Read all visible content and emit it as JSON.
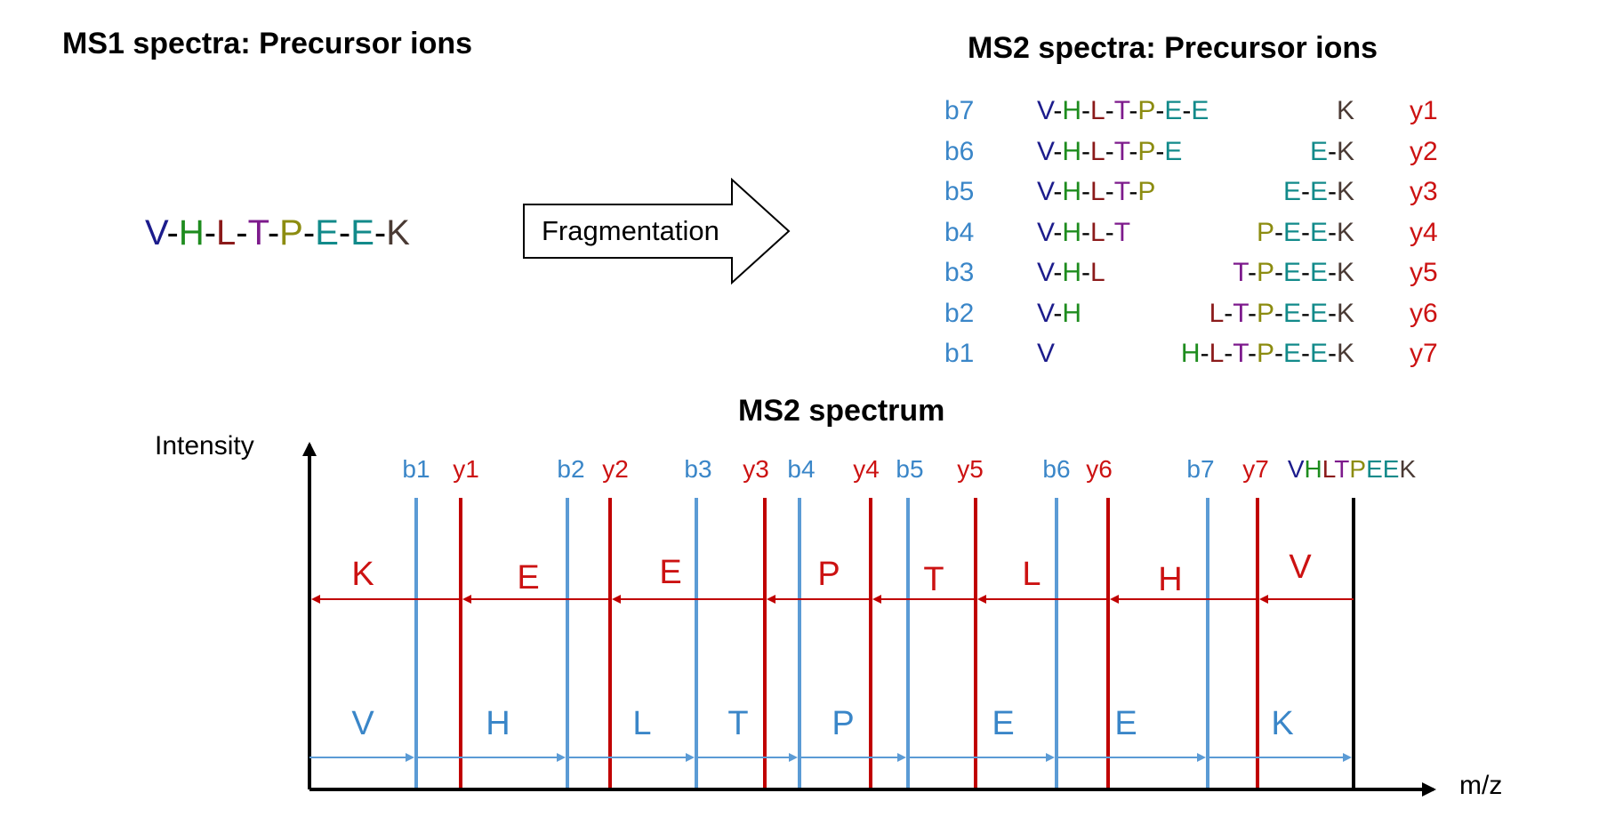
{
  "titles": {
    "ms1": "MS1 spectra: Precursor ions",
    "ms2": "MS2 spectra: Precursor ions",
    "spectrum": "MS2 spectrum"
  },
  "colors": {
    "V": "#1c1c8c",
    "H": "#1e8c1e",
    "L": "#8b1a1a",
    "T": "#7d1a8c",
    "P": "#8c8c10",
    "E": "#128a8a",
    "K": "#4a3a34",
    "b_ion": "#3a86c8",
    "y_ion": "#cc1212",
    "b_line": "#5b9bd5",
    "y_line": "#c00000"
  },
  "peptide": [
    "V",
    "H",
    "L",
    "T",
    "P",
    "E",
    "E",
    "K"
  ],
  "fragmentation_label": "Fragmentation",
  "fragments": [
    {
      "b": "b7",
      "b_seq": [
        "V",
        "H",
        "L",
        "T",
        "P",
        "E",
        "E"
      ],
      "y_seq": [
        "K"
      ],
      "y": "y1"
    },
    {
      "b": "b6",
      "b_seq": [
        "V",
        "H",
        "L",
        "T",
        "P",
        "E"
      ],
      "y_seq": [
        "E",
        "K"
      ],
      "y": "y2"
    },
    {
      "b": "b5",
      "b_seq": [
        "V",
        "H",
        "L",
        "T",
        "P"
      ],
      "y_seq": [
        "E",
        "E",
        "K"
      ],
      "y": "y3"
    },
    {
      "b": "b4",
      "b_seq": [
        "V",
        "H",
        "L",
        "T"
      ],
      "y_seq": [
        "P",
        "E",
        "E",
        "K"
      ],
      "y": "y4"
    },
    {
      "b": "b3",
      "b_seq": [
        "V",
        "H",
        "L"
      ],
      "y_seq": [
        "T",
        "P",
        "E",
        "E",
        "K"
      ],
      "y": "y5"
    },
    {
      "b": "b2",
      "b_seq": [
        "V",
        "H"
      ],
      "y_seq": [
        "L",
        "T",
        "P",
        "E",
        "E",
        "K"
      ],
      "y": "y6"
    },
    {
      "b": "b1",
      "b_seq": [
        "V"
      ],
      "y_seq": [
        "H",
        "L",
        "T",
        "P",
        "E",
        "E",
        "K"
      ],
      "y": "y7"
    }
  ],
  "axes": {
    "y_label": "Intensity",
    "x_label": "m/z"
  },
  "spectrum_peaks": [
    {
      "label": "b1",
      "type": "b"
    },
    {
      "label": "y1",
      "type": "y"
    },
    {
      "label": "b2",
      "type": "b"
    },
    {
      "label": "y2",
      "type": "y"
    },
    {
      "label": "b3",
      "type": "b"
    },
    {
      "label": "y3",
      "type": "y"
    },
    {
      "label": "b4",
      "type": "b"
    },
    {
      "label": "y4",
      "type": "y"
    },
    {
      "label": "b5",
      "type": "b"
    },
    {
      "label": "y5",
      "type": "y"
    },
    {
      "label": "b6",
      "type": "b"
    },
    {
      "label": "y6",
      "type": "y"
    },
    {
      "label": "b7",
      "type": "b"
    },
    {
      "label": "y7",
      "type": "y"
    },
    {
      "label": "VHLTPEEK",
      "type": "precursor"
    }
  ],
  "y_series_residues": [
    "K",
    "E",
    "E",
    "P",
    "T",
    "L",
    "H",
    "V"
  ],
  "b_series_residues": [
    "V",
    "H",
    "L",
    "T",
    "P",
    "E",
    "E",
    "K"
  ]
}
